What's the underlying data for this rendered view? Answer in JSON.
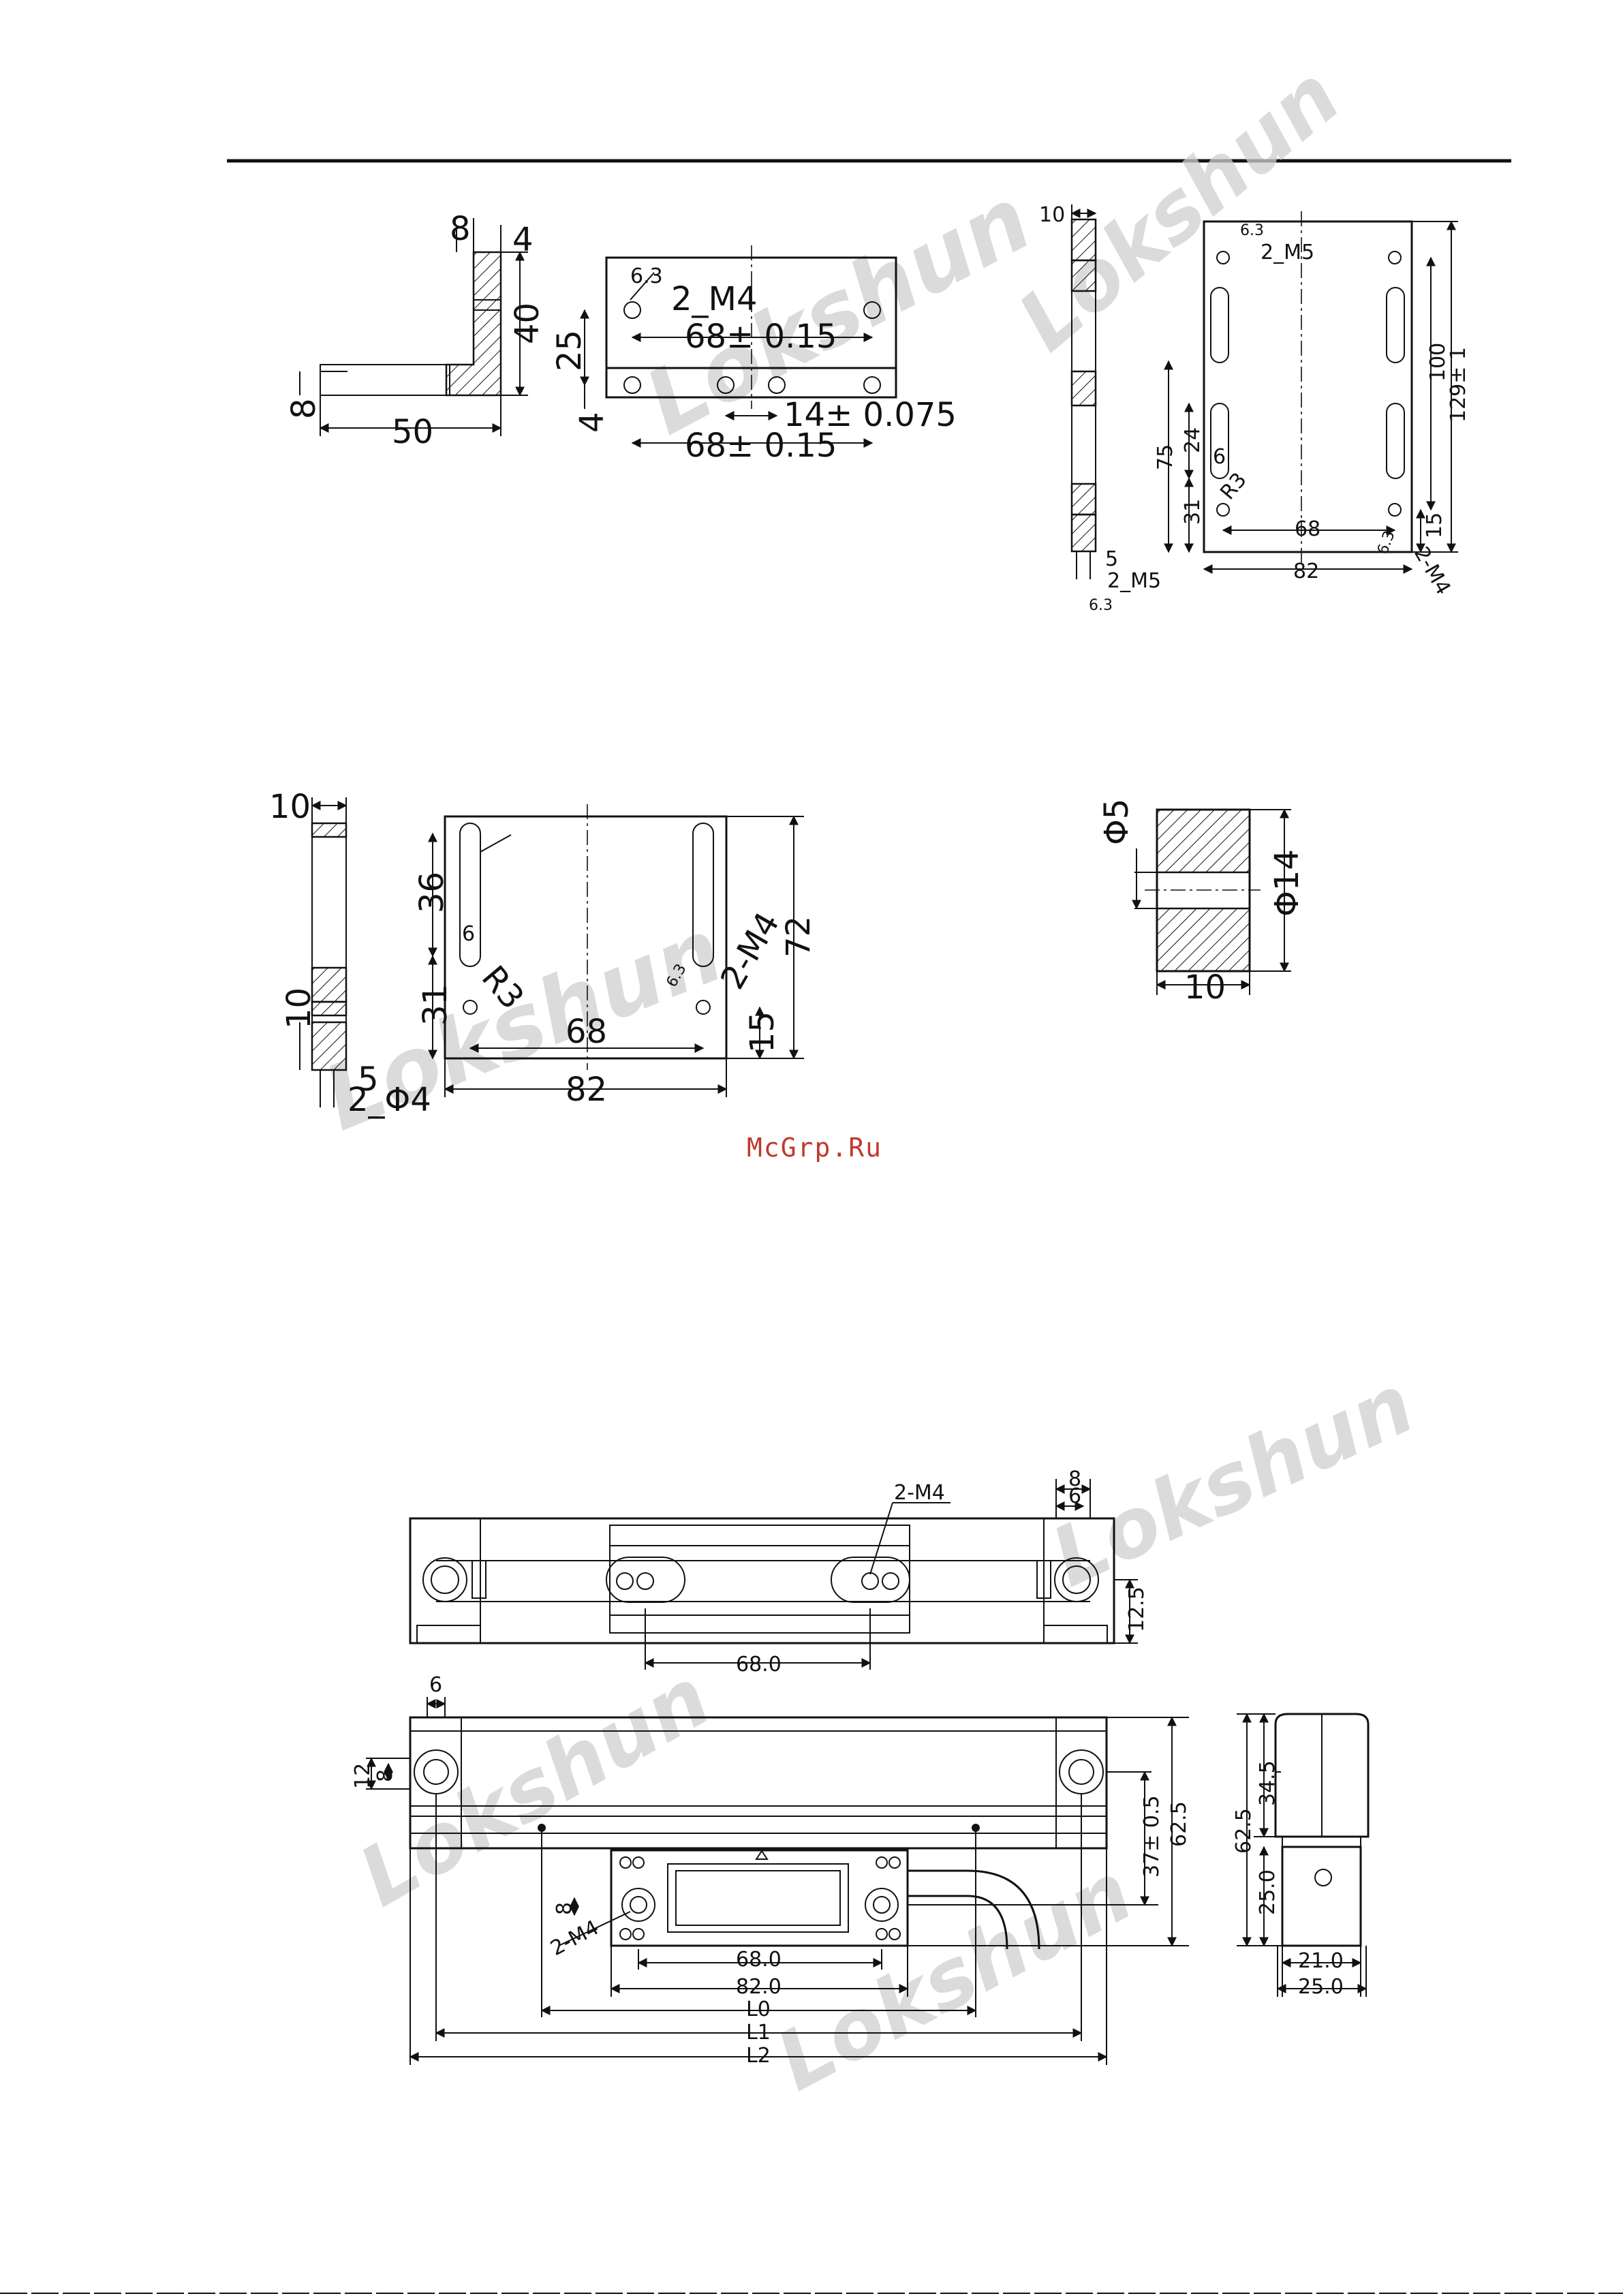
{
  "watermark": "Lokshun",
  "source_label": "McGrp.Ru",
  "bracket_l": {
    "dims": [
      "8",
      "4",
      "40",
      "8",
      "50"
    ],
    "front": [
      "6.3",
      "2_M4",
      "68± 0.15",
      "25",
      "4",
      "14± 0.075",
      "68± 0.15"
    ]
  },
  "bracket_reader": {
    "side": [
      "10",
      "5",
      "2_M5",
      "6.3"
    ],
    "front": [
      "6.3",
      "2_M5",
      "100",
      "129± 1",
      "75",
      "24",
      "6",
      "R3",
      "31",
      "68",
      "15",
      "6.3",
      "2-M4",
      "82"
    ]
  },
  "bracket_plate": {
    "side": [
      "10",
      "10",
      "5",
      "2_Φ4"
    ],
    "front": [
      "36",
      "6",
      "R3",
      "31",
      "68",
      "6.3",
      "2-M4",
      "72",
      "15",
      "82"
    ]
  },
  "spacer": [
    "Φ5",
    "Φ14",
    "10"
  ],
  "scale_top": [
    "2-M4",
    "8",
    "6",
    "12.5",
    "68.0"
  ],
  "scale_front": [
    "6",
    "12",
    "8",
    "8",
    "2-M4",
    "68.0",
    "82.0",
    "L0",
    "L1",
    "L2",
    "37± 0.5",
    "62.5"
  ],
  "scale_end": [
    "34.5",
    "62.5",
    "25.0",
    "21.0",
    "25.0"
  ]
}
